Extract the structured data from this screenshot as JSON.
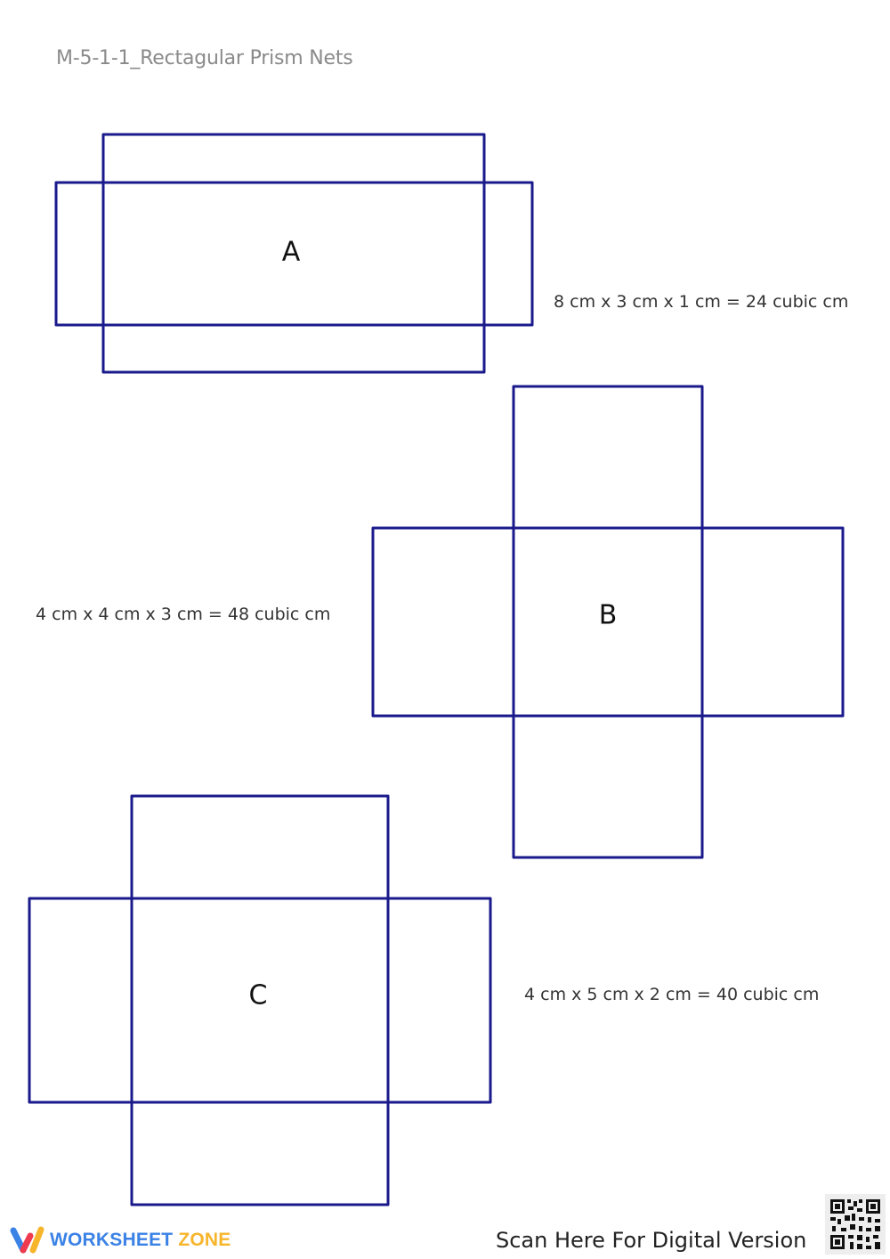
{
  "document": {
    "title": "M-5-1-1_Rectagular Prism Nets"
  },
  "style": {
    "line_color": "#1a1a8c",
    "title_color": "#8a8a8a"
  },
  "nets": [
    {
      "label": "A",
      "formula": "8 cm x 3 cm x 1 cm = 24 cubic cm"
    },
    {
      "label": "B",
      "formula": "4 cm x 4 cm x 3 cm = 48 cubic cm"
    },
    {
      "label": "C",
      "formula": "4 cm x 5 cm x 2 cm = 40 cubic cm"
    }
  ],
  "footer": {
    "brand_part1": "WORKSHEET",
    "brand_part2": "ZONE",
    "scan_text": "Scan Here For Digital Version",
    "qr_icon": "qr-code-icon"
  }
}
